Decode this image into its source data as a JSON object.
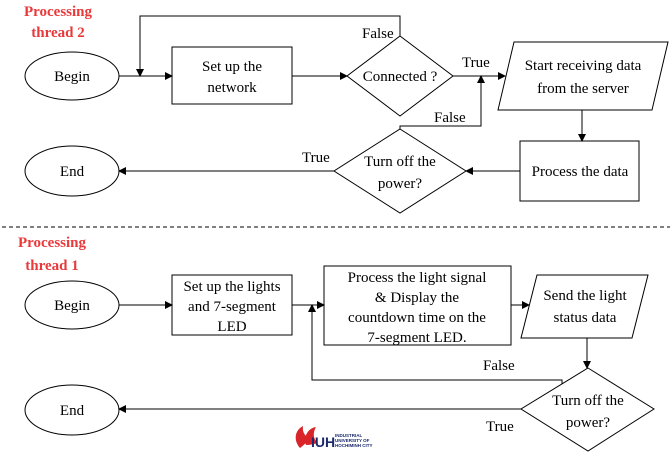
{
  "thread2": {
    "title_line1": "Processing",
    "title_line2": "thread 2",
    "begin": "Begin",
    "setup_line1": "Set up the",
    "setup_line2": "network",
    "connected": "Connected ?",
    "start_line1": "Start receiving data",
    "start_line2": "from the server",
    "process": "Process the data",
    "poweroff_line1": "Turn off the",
    "poweroff_line2": "power?",
    "end": "End",
    "label_false_top": "False",
    "label_true_right": "True",
    "label_false_loop": "False",
    "label_true_end": "True"
  },
  "thread1": {
    "title_line1": "Processing",
    "title_line2": "thread 1",
    "begin": "Begin",
    "setup_line1": "Set up the lights",
    "setup_line2": "and 7-segment",
    "setup_line3": "LED",
    "process_line1": "Process the light signal",
    "process_line2": "& Display the",
    "process_line3": "countdown time on the",
    "process_line4": "7-segment LED.",
    "send_line1": "Send the light",
    "send_line2": "status data",
    "poweroff_line1": "Turn off the",
    "poweroff_line2": "power?",
    "end": "End",
    "label_false_loop": "False",
    "label_true_end": "True"
  },
  "logo": {
    "mark": "IUH",
    "line1": "INDUSTRIAL",
    "line2": "UNIVERSITY OF",
    "line3": "HOCHIMINH CITY"
  },
  "colors": {
    "title": "#e8393b",
    "logo_red": "#d9252a",
    "logo_blue": "#1a2a6c"
  }
}
